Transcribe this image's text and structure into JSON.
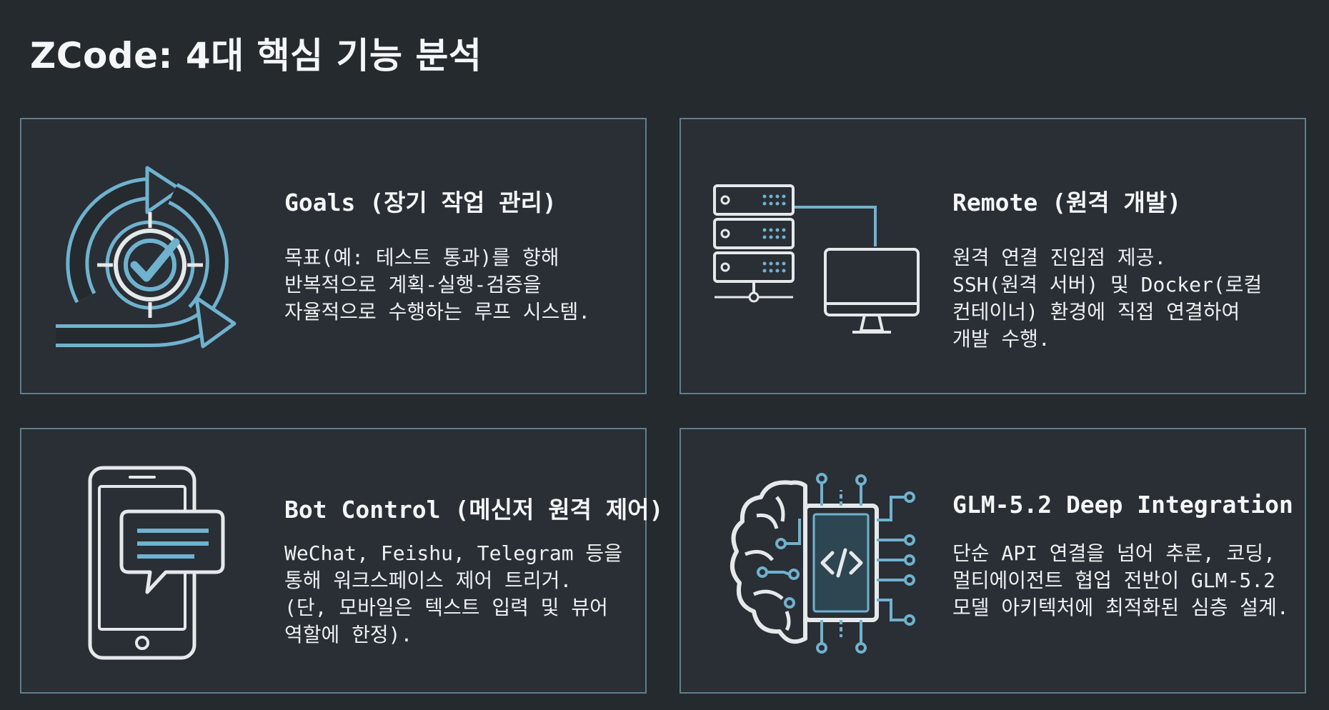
{
  "page": {
    "title": "ZCode: 4대 핵심 기능 분석"
  },
  "colors": {
    "background": "#252a2f",
    "card_border": "#5f7e8c",
    "icon_accent": "#6fb2cf",
    "icon_line": "#e6e9ea"
  },
  "cards": [
    {
      "icon": "loop-target-check-icon",
      "title": "Goals (장기 작업 관리)",
      "lines": [
        "목표(예: 테스트 통과)를 향해",
        "반복적으로 계획-실행-검증을",
        "자율적으로 수행하는 루프 시스템."
      ]
    },
    {
      "icon": "server-monitor-icon",
      "title": "Remote (원격 개발)",
      "lines": [
        "원격 연결 진입점 제공.",
        "SSH(원격 서버) 및 Docker(로컬",
        "컨테이너) 환경에 직접 연결하여",
        "개발 수행."
      ]
    },
    {
      "icon": "phone-chat-icon",
      "title": "Bot Control (메신저 원격 제어)",
      "lines": [
        "WeChat, Feishu, Telegram 등을",
        "통해 워크스페이스 제어 트리거.",
        "(단, 모바일은 텍스트 입력 및 뷰어",
        "역할에 한정)."
      ]
    },
    {
      "icon": "brain-circuit-code-icon",
      "title": "GLM-5.2 Deep Integration",
      "lines": [
        "단순 API 연결을 넘어 추론, 코딩,",
        "멀티에이전트 협업 전반이 GLM-5.2",
        "모델 아키텍처에 최적화된 심층 설계."
      ]
    }
  ]
}
